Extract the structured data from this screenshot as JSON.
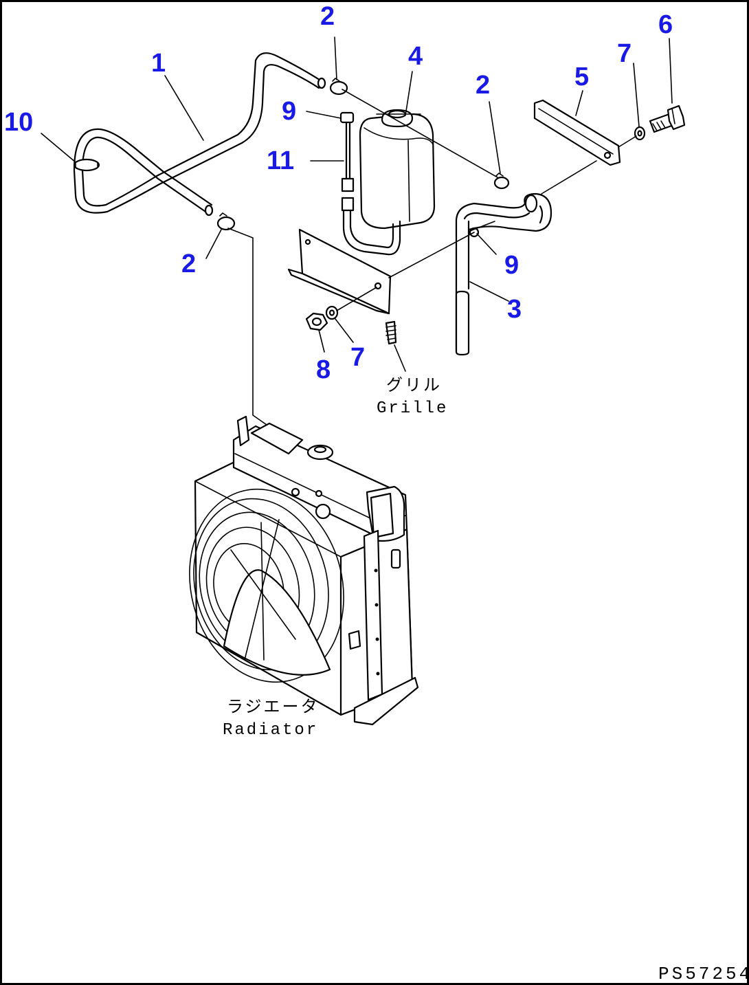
{
  "drawing": {
    "code": "PS57254",
    "border_color": "#000000",
    "callout_color": "#1a1ae6"
  },
  "callouts": [
    {
      "id": "c1",
      "text": "1"
    },
    {
      "id": "c2a",
      "text": "2"
    },
    {
      "id": "c2b",
      "text": "2"
    },
    {
      "id": "c2c",
      "text": "2"
    },
    {
      "id": "c3",
      "text": "3"
    },
    {
      "id": "c4",
      "text": "4"
    },
    {
      "id": "c5",
      "text": "5"
    },
    {
      "id": "c6",
      "text": "6"
    },
    {
      "id": "c7a",
      "text": "7"
    },
    {
      "id": "c7b",
      "text": "7"
    },
    {
      "id": "c8",
      "text": "8"
    },
    {
      "id": "c9a",
      "text": "9"
    },
    {
      "id": "c9b",
      "text": "9"
    },
    {
      "id": "c10",
      "text": "10"
    },
    {
      "id": "c11",
      "text": "11"
    }
  ],
  "captions": {
    "grille_jp": "グリル",
    "grille_en": "Grille",
    "radiator_jp": "ラジエータ",
    "radiator_en": "Radiator"
  }
}
